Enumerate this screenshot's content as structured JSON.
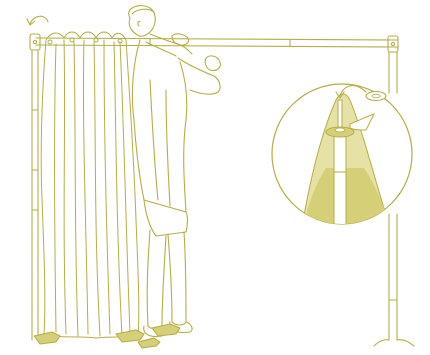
{
  "illustration": {
    "subject": "backdrop-stand-assembly",
    "colors": {
      "stroke": "#b5ad45",
      "paper": "#ffffff",
      "fill_light": "#e6e2a6",
      "fill_mid": "#d5cf78"
    },
    "parts": [
      "crossbar",
      "left-support-pole",
      "right-support-pole",
      "hanging-curtain",
      "person-hanging-curtain",
      "detail-magnifier-circle",
      "pole-tip-detail",
      "spigot-washer",
      "floor-clamps",
      "rotation-arrow-icon"
    ]
  }
}
